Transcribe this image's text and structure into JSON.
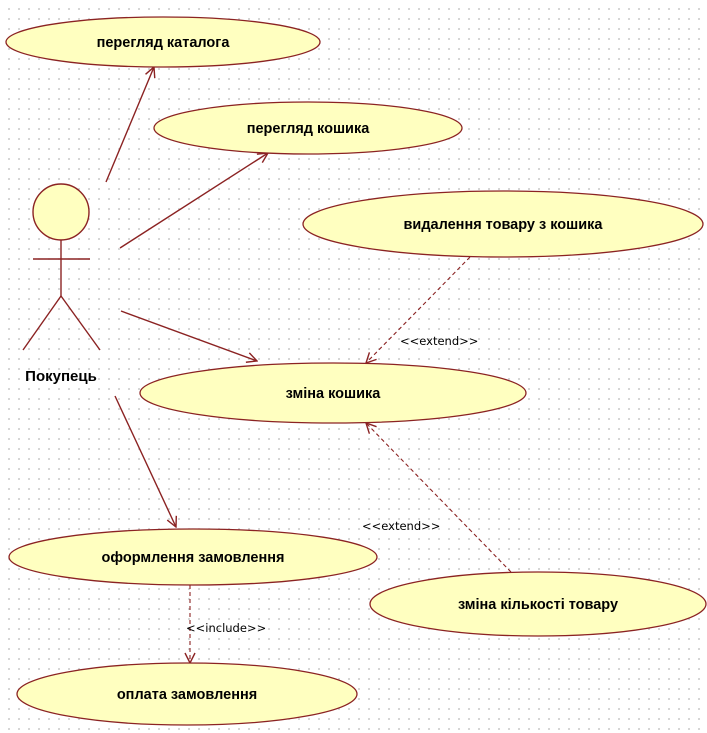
{
  "actor": {
    "name": "Покупець"
  },
  "use_cases": {
    "catalog": "перегляд каталога",
    "cart_view": "перегляд кошика",
    "remove_item": "видалення товару з кошика",
    "change_cart": "зміна кошика",
    "checkout": "оформлення замовлення",
    "change_qty": "зміна кількості товару",
    "payment": "оплата замовлення"
  },
  "stereotypes": {
    "extend_remove": "<<extend>>",
    "extend_qty": "<<extend>>",
    "include_payment": "<<include>>"
  },
  "colors": {
    "line": "#8b2323",
    "fill": "#ffffc0"
  }
}
